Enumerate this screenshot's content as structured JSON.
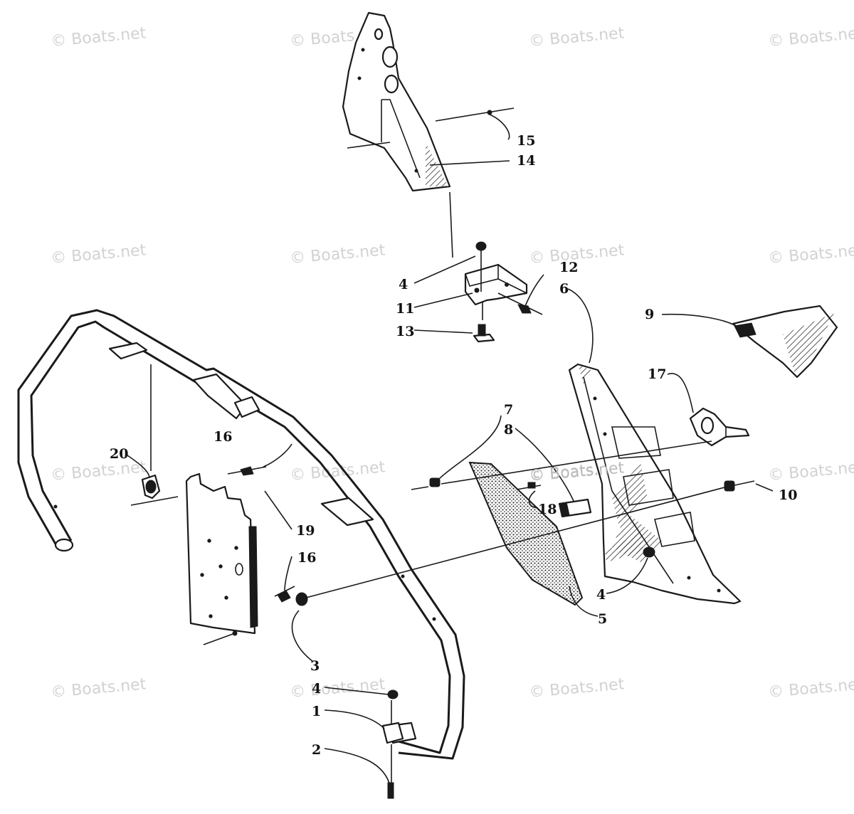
{
  "watermark": "© Boats.net",
  "callouts": {
    "c1": "1",
    "c2": "2",
    "c3": "3",
    "c4a": "4",
    "c4b": "4",
    "c4c": "4",
    "c5": "5",
    "c6": "6",
    "c7": "7",
    "c8": "8",
    "c9": "9",
    "c10": "10",
    "c11": "11",
    "c12": "12",
    "c13": "13",
    "c14": "14",
    "c15": "15",
    "c16a": "16",
    "c16b": "16",
    "c17": "17",
    "c18": "18",
    "c19": "19",
    "c20": "20"
  }
}
